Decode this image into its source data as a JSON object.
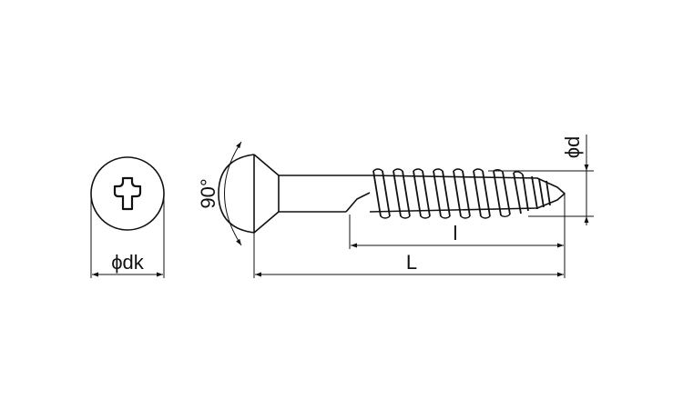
{
  "labels": {
    "head_diameter": "ϕdk",
    "thread_diameter": "ϕd",
    "thread_length": "l",
    "total_length": "L",
    "head_angle": "90°"
  },
  "colors": {
    "stroke": "#111111",
    "background": "#ffffff"
  }
}
